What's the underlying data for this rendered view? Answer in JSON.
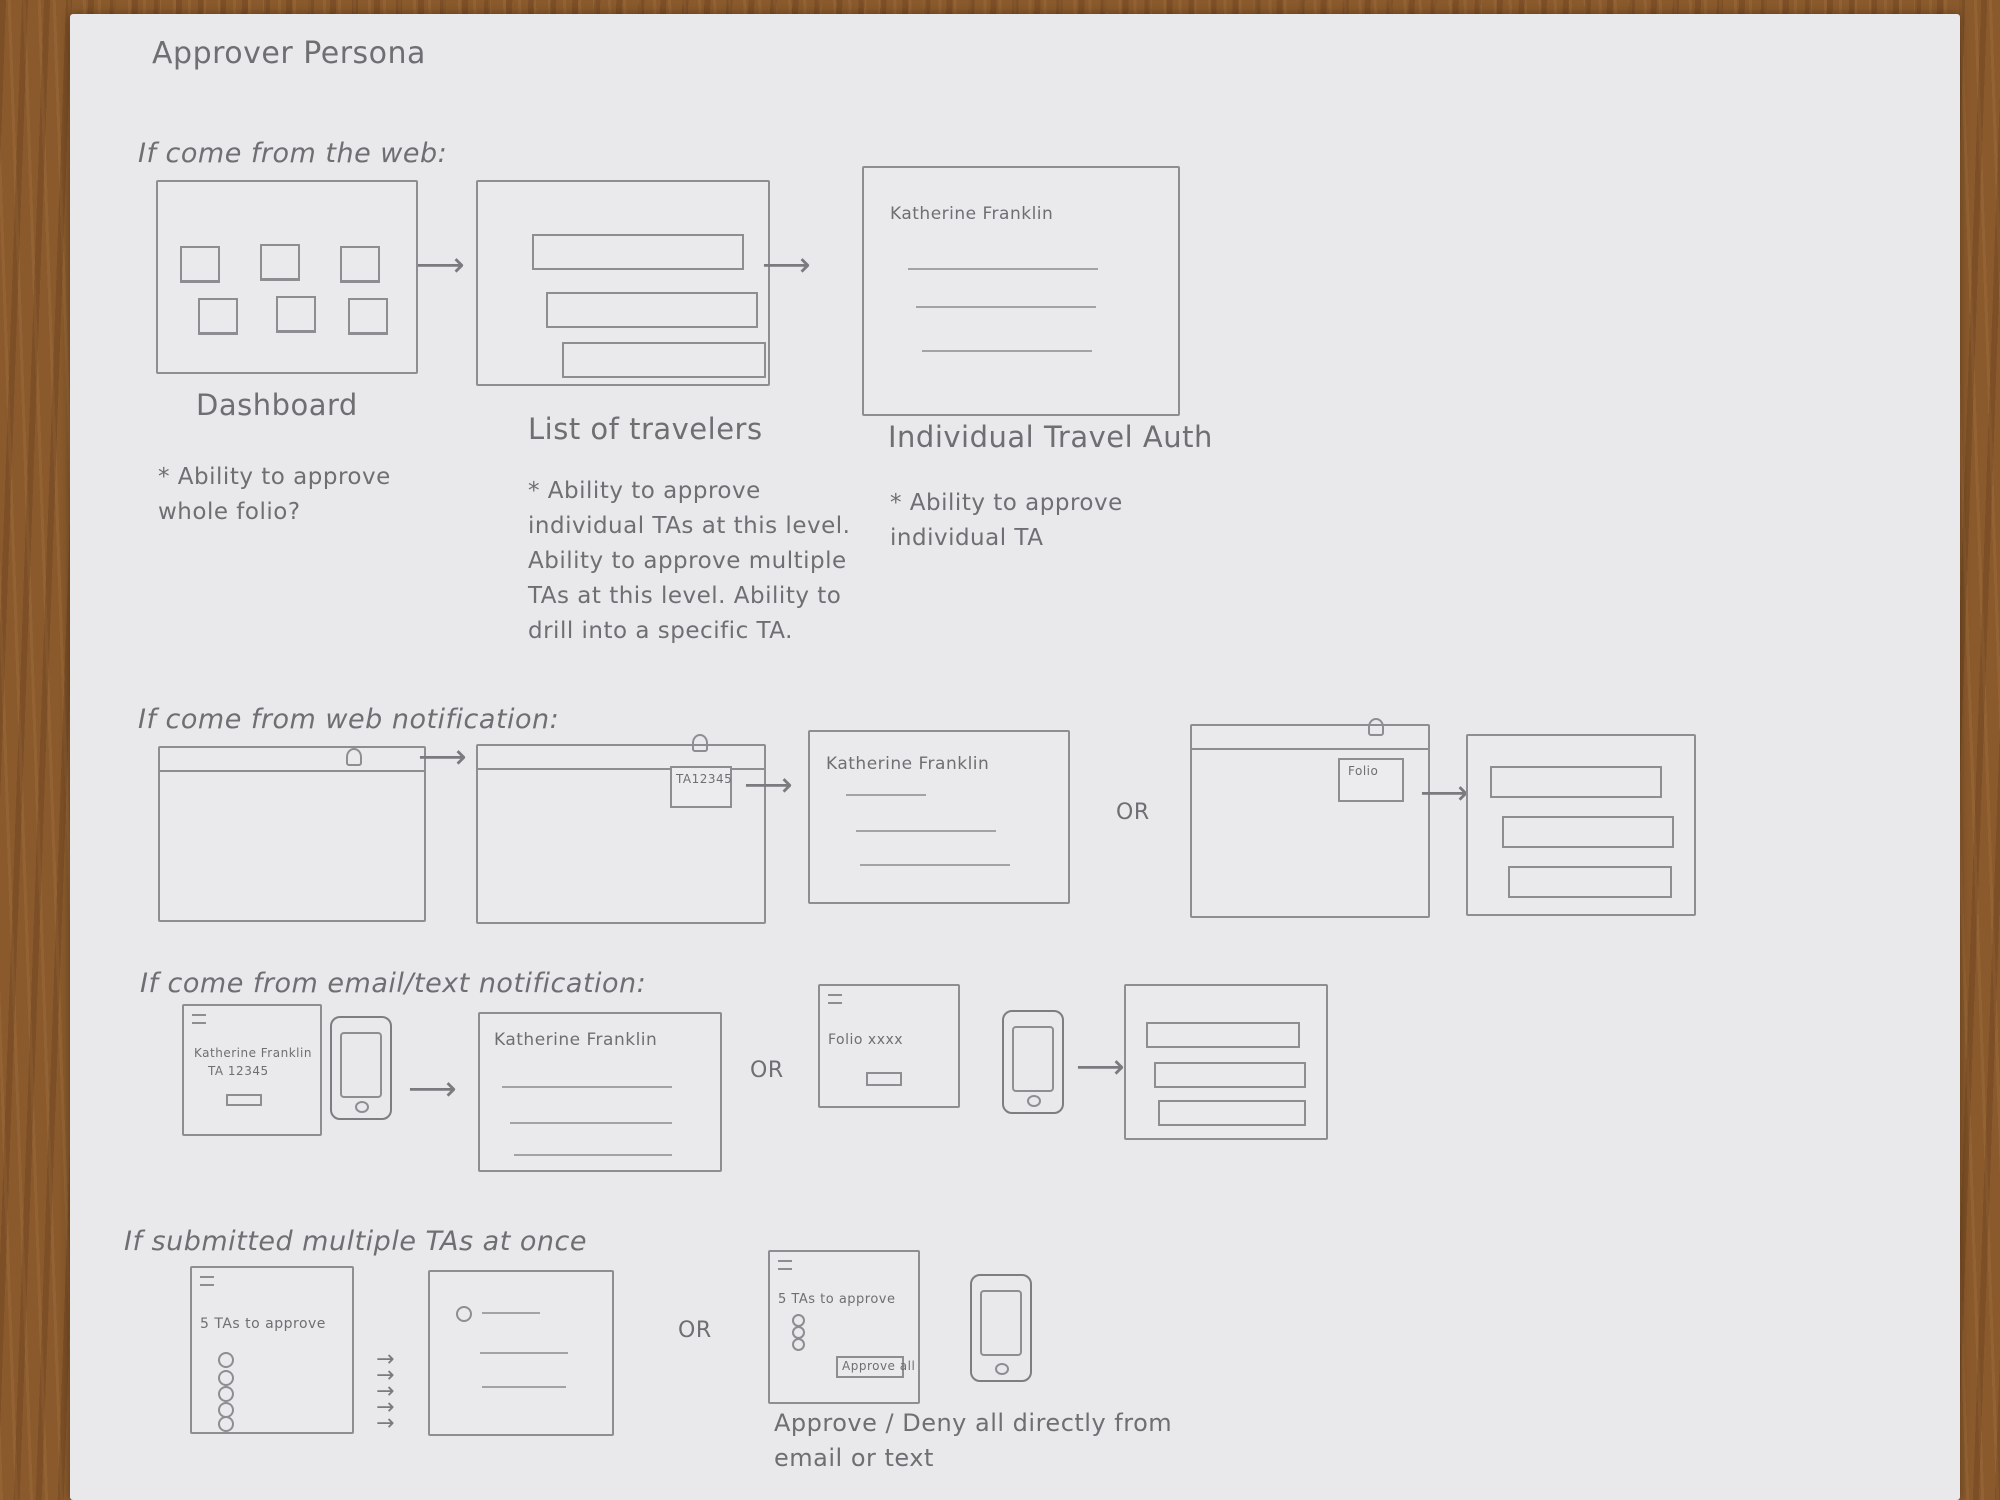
{
  "title": "Approver Persona",
  "sections": {
    "web": "If come from the web:",
    "web_notification": "If come from web notification:",
    "email_text": "If come from email/text notification:",
    "multiple": "If submitted multiple TAs at once"
  },
  "screens": {
    "dashboard": "Dashboard",
    "list": "List of travelers",
    "individual": "Individual Travel Auth"
  },
  "notes": {
    "dashboard": "* Ability to approve whole folio?",
    "list": "* Ability to approve individual TAs at this level. Ability to approve multiple TAs at this level. Ability to drill into a specific TA.",
    "individual": "* Ability to approve individual TA"
  },
  "wireframe_text": {
    "traveler_name": "Katherine Franklin",
    "ta_badge": "TA12345",
    "folio_badge": "Folio",
    "email_name": "Katherine Franklin",
    "email_ta": "TA 12345",
    "folio_email": "Folio xxxx",
    "tas_to_approve": "5 TAs to approve",
    "approve_all": "Approve all"
  },
  "or_label": "OR",
  "footer_note": "Approve / Deny all directly from email or text"
}
